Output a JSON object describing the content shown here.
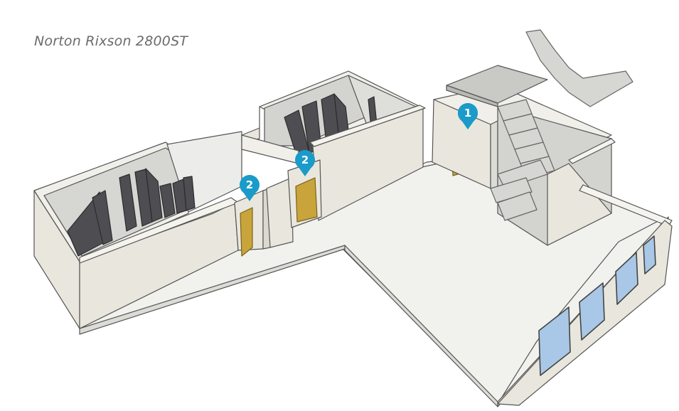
{
  "title": "Norton Rixson 2800ST",
  "markers": [
    {
      "label": "1"
    },
    {
      "label": "2"
    },
    {
      "label": "2"
    }
  ],
  "colors": {
    "marker": "#1a9bc9",
    "door": "#c8a43a",
    "wall_face": "#e9e7dd",
    "floor": "#f1f1ee",
    "window_glass": "#a9c7e6",
    "outline": "#555555"
  }
}
